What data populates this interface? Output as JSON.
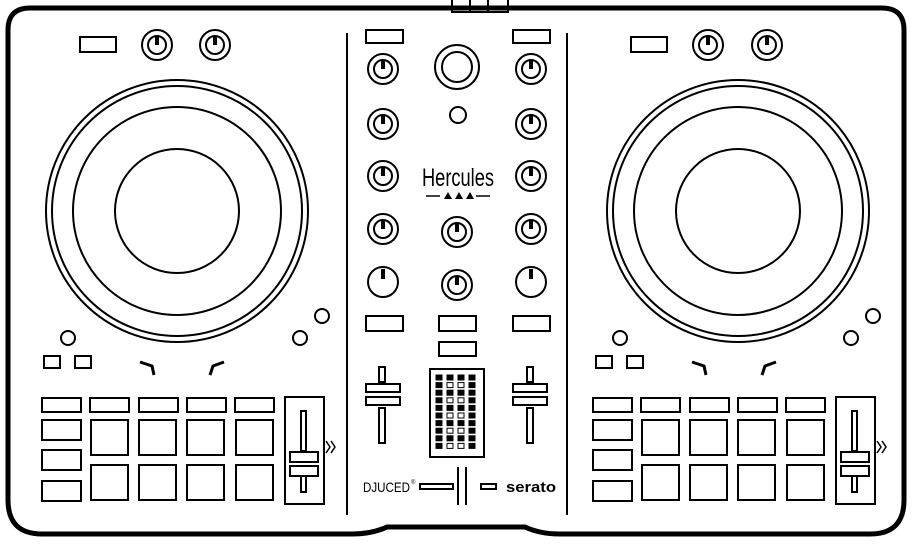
{
  "brand": {
    "logo_text": "Hercules",
    "left_logo_text": "DJUCED",
    "left_logo_mark": "®",
    "right_logo_text": "serato"
  },
  "colors": {
    "stroke": "#000000",
    "background": "#ffffff"
  },
  "layout": {
    "pads_per_deck": 8,
    "mode_buttons_per_deck": 5,
    "transport_buttons_per_deck": 3,
    "vu_meter_columns": 4,
    "vu_meter_rows": 10
  },
  "icons": {
    "jog_wheel": "jog-wheel-icon",
    "knob": "knob-icon",
    "fader": "fader-icon",
    "vu_meter": "vu-meter-icon"
  }
}
